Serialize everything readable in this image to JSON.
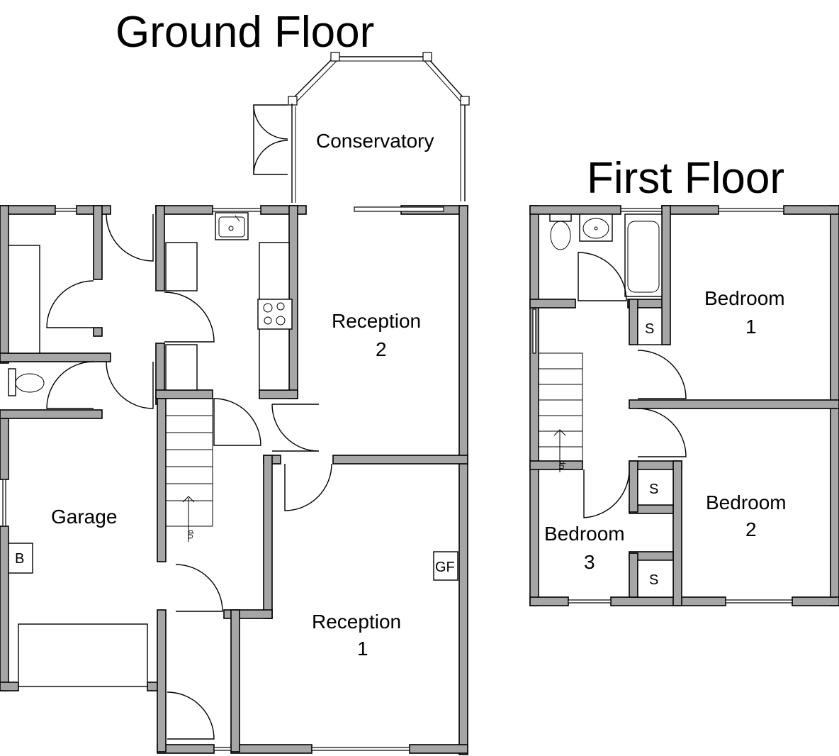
{
  "titles": {
    "ground_floor": "Ground Floor",
    "first_floor": "First Floor"
  },
  "ground_rooms": {
    "conservatory": "Conservatory",
    "reception2_line1": "Reception",
    "reception2_line2": "2",
    "reception1_line1": "Reception",
    "reception1_line2": "1",
    "garage": "Garage"
  },
  "first_rooms": {
    "bedroom1_line1": "Bedroom",
    "bedroom1_line2": "1",
    "bedroom2_line1": "Bedroom",
    "bedroom2_line2": "2",
    "bedroom3_line1": "Bedroom",
    "bedroom3_line2": "3"
  },
  "fixtures": {
    "boiler": "B",
    "gas_fire": "GF",
    "storage": "S",
    "stairs_up": "Up"
  }
}
